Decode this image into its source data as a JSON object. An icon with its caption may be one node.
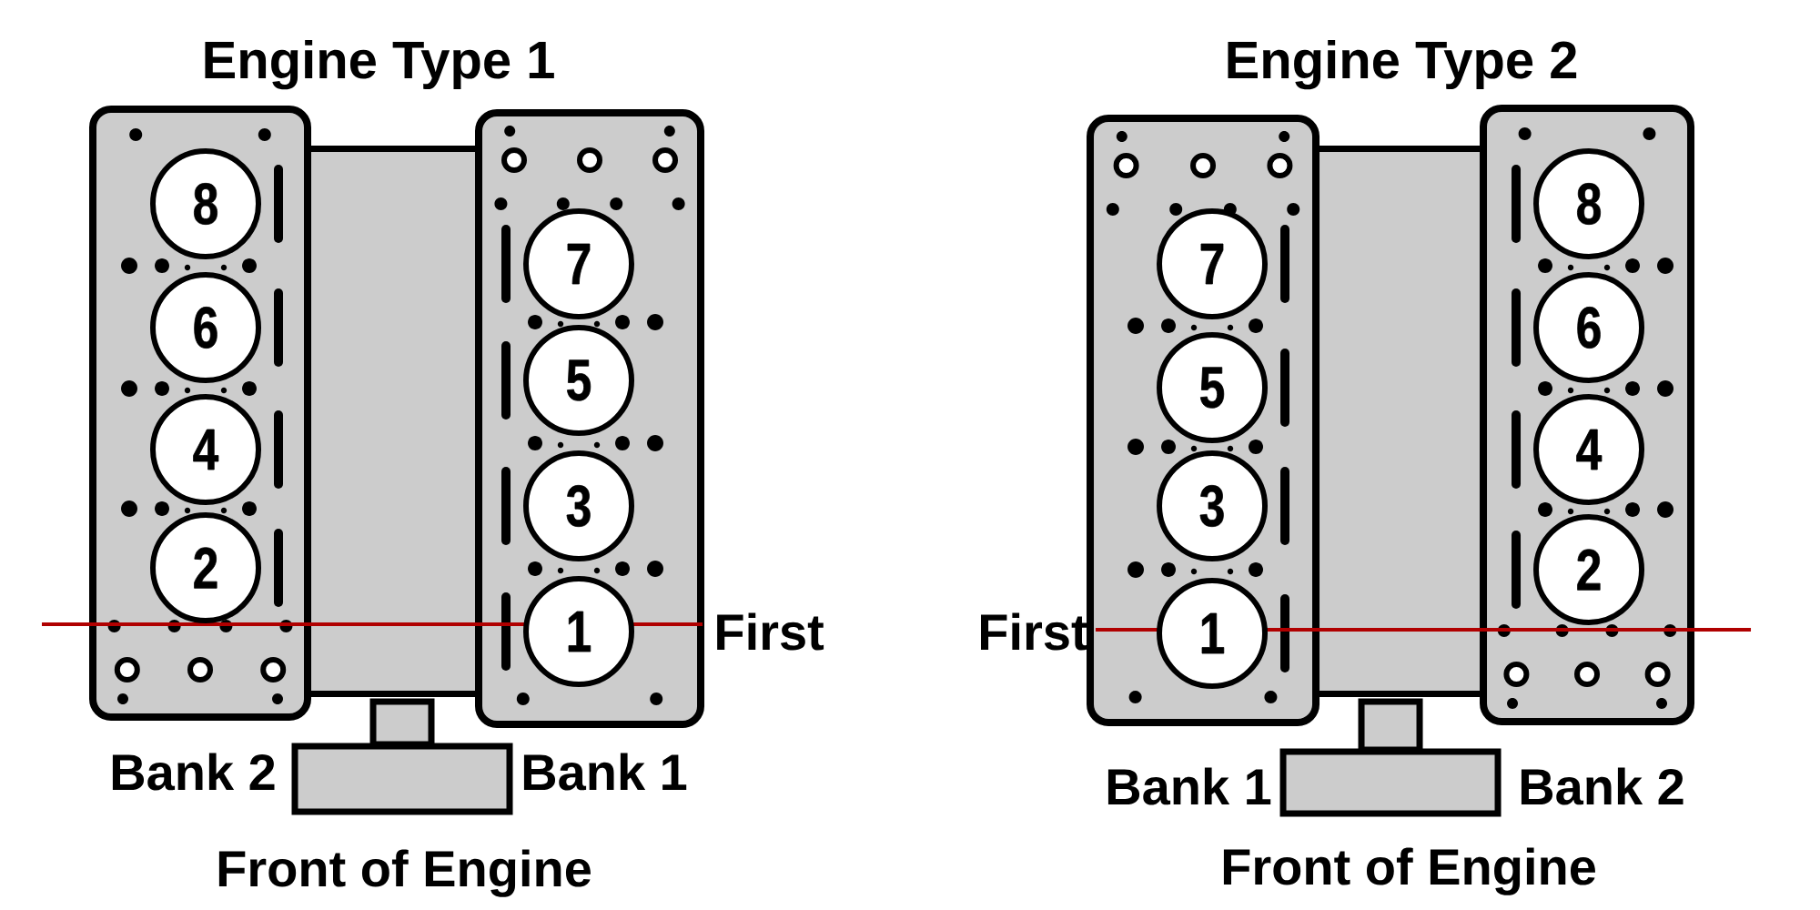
{
  "diagram": {
    "nodes": [
      {
        "text": [],
        "shape": "box"
      },
      {
        "text": [
          "8"
        ],
        "in": 0
      },
      {
        "text": [
          "6"
        ],
        "in": 0
      },
      {
        "text": [
          "4"
        ],
        "in": 0
      },
      {
        "text": [
          "2"
        ],
        "in": 0
      },
      {
        "text": [],
        "shape": "box"
      },
      {
        "text": [],
        "shape": "box"
      },
      {
        "text": [
          "7"
        ],
        "in": 6
      },
      {
        "text": [
          "5"
        ],
        "in": 6
      },
      {
        "text": [
          "3"
        ],
        "in": 6
      },
      {
        "text": [
          "1"
        ],
        "in": 6
      },
      {
        "text": [],
        "shape": "box"
      },
      {
        "text": [
          "7"
        ],
        "in": 11
      },
      {
        "text": [
          "5"
        ],
        "in": 11
      },
      {
        "text": [
          "3"
        ],
        "in": 11
      },
      {
        "text": [
          "1"
        ],
        "in": 11
      },
      {
        "text": [],
        "shape": "box"
      },
      {
        "text": [],
        "shape": "box"
      },
      {
        "text": [
          "8"
        ],
        "in": 17
      },
      {
        "text": [
          "6"
        ],
        "in": 17
      },
      {
        "text": [
          "4"
        ],
        "in": 17
      },
      {
        "text": [
          "2"
        ],
        "in": 17
      }
    ],
    "labels": [
      "Engine Type 1",
      "Engine Type 2",
      "First",
      "First",
      "Bank 2",
      "Bank 1",
      "Bank 1",
      "Bank 2",
      "Front of Engine",
      "Front of Engine"
    ]
  }
}
